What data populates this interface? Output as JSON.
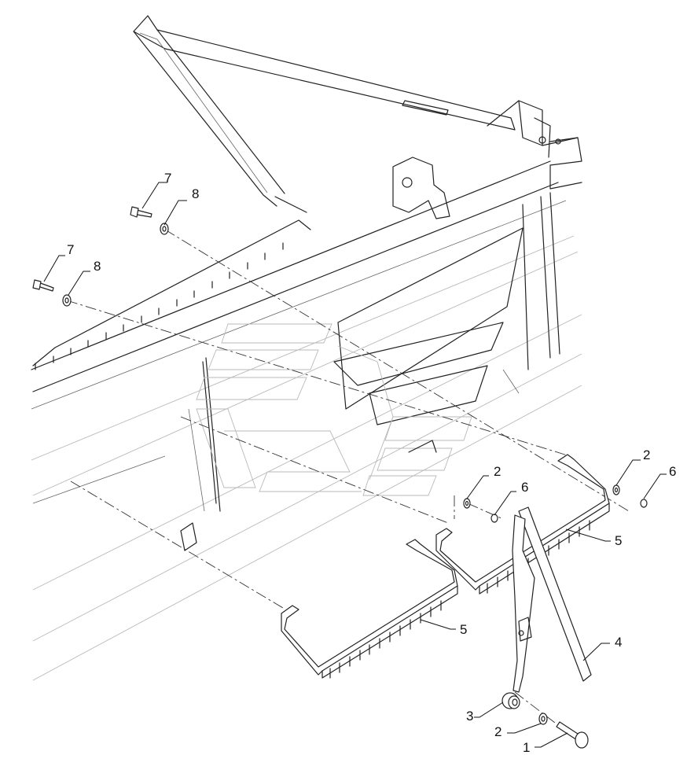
{
  "callouts": [
    {
      "id": "c1",
      "label": "1"
    },
    {
      "id": "c2a",
      "label": "2"
    },
    {
      "id": "c2b",
      "label": "2"
    },
    {
      "id": "c2c",
      "label": "2"
    },
    {
      "id": "c3",
      "label": "3"
    },
    {
      "id": "c4",
      "label": "4"
    },
    {
      "id": "c5a",
      "label": "5"
    },
    {
      "id": "c5b",
      "label": "5"
    },
    {
      "id": "c6a",
      "label": "6"
    },
    {
      "id": "c6b",
      "label": "6"
    },
    {
      "id": "c7a",
      "label": "7"
    },
    {
      "id": "c7b",
      "label": "7"
    },
    {
      "id": "c8a",
      "label": "8"
    },
    {
      "id": "c8b",
      "label": "8"
    }
  ]
}
